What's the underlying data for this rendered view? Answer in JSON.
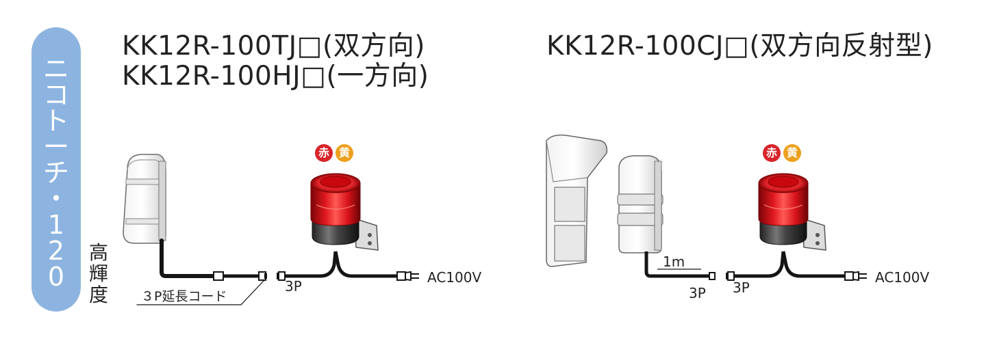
{
  "side_tab": {
    "label_chars": [
      "ニ",
      "コ",
      "ト",
      "ー",
      "チ",
      "・",
      "1",
      "2",
      "0"
    ]
  },
  "vertical_label_chars": [
    "高",
    "輝",
    "度"
  ],
  "left_block": {
    "title_line1": "KK12R-100TJ□(双方向)",
    "title_line2": "KK12R-100HJ□(一方向)",
    "extension_cord_label": "３P延長コード",
    "connector_label": "3P",
    "power_label": "AC100V",
    "color_badges": [
      "赤",
      "黄"
    ]
  },
  "right_block": {
    "title": "KK12R-100CJ□(双方向反射型)",
    "cable_length_label": "1m",
    "sensor_connector_label": "3P",
    "connector_label": "3P",
    "power_label": "AC100V",
    "color_badges": [
      "赤",
      "黄"
    ]
  },
  "colors": {
    "tab_blue": "#8db4e1",
    "badge_red": "#d8242b",
    "badge_yellow": "#eda01c",
    "lamp_red": "#e0181e",
    "cable": "#151515"
  }
}
